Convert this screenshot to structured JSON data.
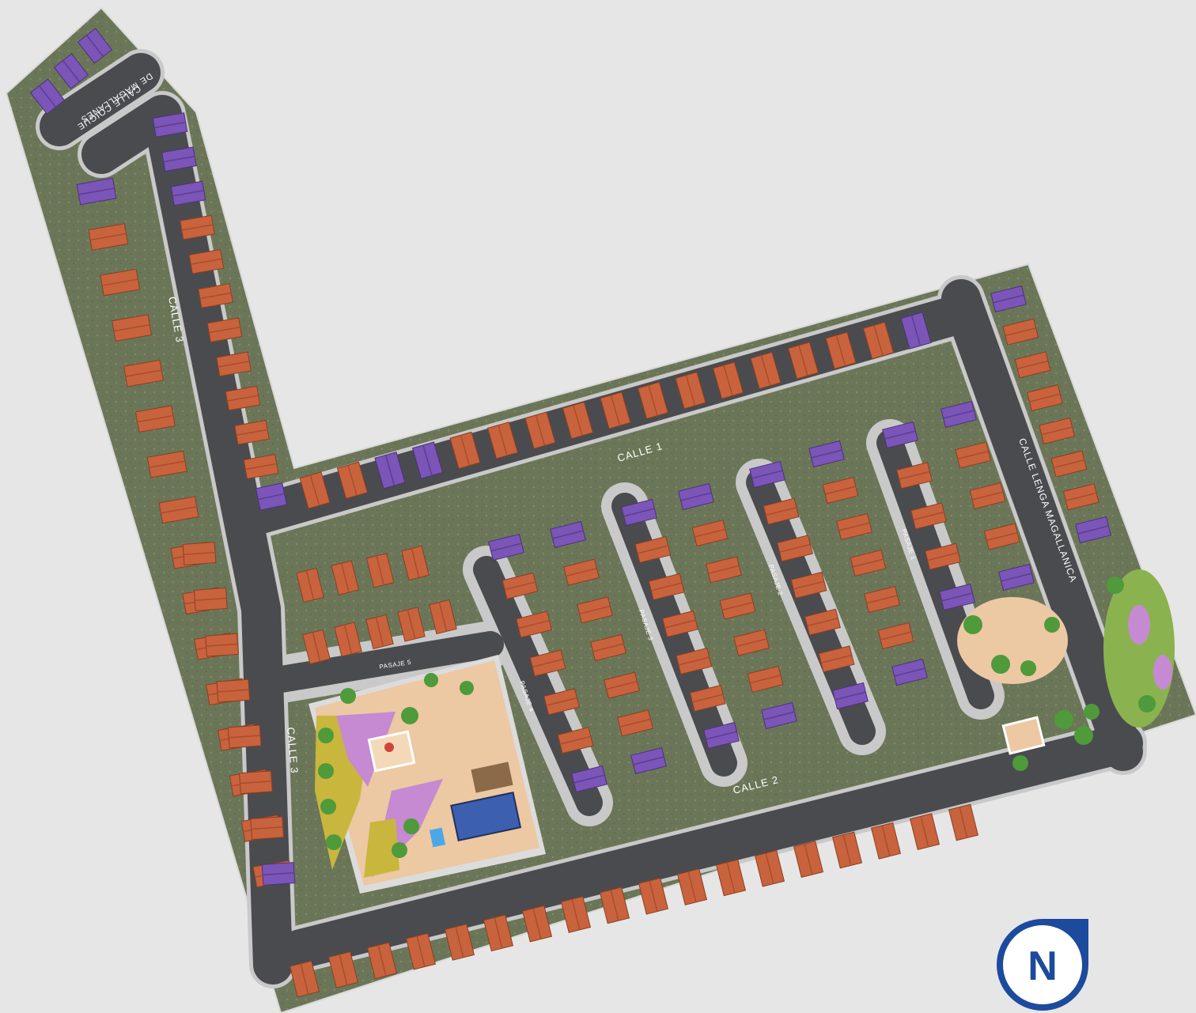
{
  "map": {
    "colors": {
      "background": "#e6e6e6",
      "road": "#4a4b4e",
      "curb": "#c9c9c9",
      "lot": "#6b7658",
      "house_orange": "#c9633d",
      "house_purple": "#7b55b8",
      "park_sand": "#ecc8a3",
      "tree": "#4f9a3a",
      "flower_purple": "#c58ad1",
      "flower_yellow": "#c9b63c",
      "community_hall": "#3c5fb0",
      "pool": "#4aa8e8",
      "compass": "#1c4a9c"
    },
    "streets": {
      "calle_1": "CALLE 1",
      "calle_2": "CALLE 2",
      "calle_3_upper": "CALLE 3",
      "calle_3_lower": "CALLE 3",
      "calle_lenga": "CALLE LENGA MAGALLANICA",
      "calle_coigue_line1": "CALLE COIGUE",
      "calle_coigue_line2": "DE MAGALLANES"
    },
    "pasajes": {
      "pasaje_1": "PASAJE 1",
      "pasaje_2": "PASAJE 2",
      "pasaje_3": "PASAJE 3",
      "pasaje_4": "PASAJE 4",
      "pasaje_5": "PASAJE 5"
    },
    "compass": {
      "letter": "N",
      "icon": "north-arrow-icon"
    }
  }
}
